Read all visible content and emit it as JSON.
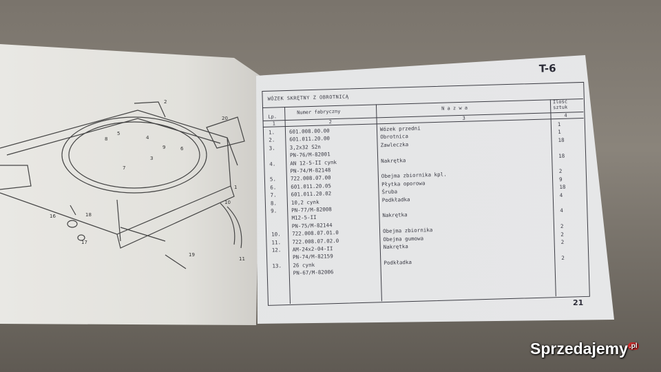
{
  "page_code": "T-6",
  "page_number": "21",
  "table_title": "WÓZEK SKRĘTNY Z OBROTNICĄ",
  "headers": {
    "lp": "Lp.",
    "numer": "Numer fabryczny",
    "nazwa": "N a z w a",
    "ilosc": "Ilość sztuk"
  },
  "column_numbers": [
    "1",
    "2",
    "3",
    "4"
  ],
  "rows": [
    {
      "lp": "1.",
      "numer": "601.008.00.00",
      "nazwa": "Wózek przedni",
      "ilosc": "1"
    },
    {
      "lp": "2.",
      "numer": "601.011.20.00",
      "nazwa": "Obrotnica",
      "ilosc": "1"
    },
    {
      "lp": "3.",
      "numer": "3,2x32 S2n",
      "nazwa": "Zawleczka",
      "ilosc": "18"
    },
    {
      "lp": "",
      "numer": "PN-76/M-82001",
      "nazwa": "",
      "ilosc": ""
    },
    {
      "lp": "4.",
      "numer": "AN 12-5-II cynk",
      "nazwa": "Nakrętka",
      "ilosc": "18"
    },
    {
      "lp": "",
      "numer": "PN-74/M-82148",
      "nazwa": "",
      "ilosc": ""
    },
    {
      "lp": "5.",
      "numer": "722.008.07.00",
      "nazwa": "Obejma zbiornika kpl.",
      "ilosc": "2"
    },
    {
      "lp": "6.",
      "numer": "601.011.20.05",
      "nazwa": "Płytka oporowa",
      "ilosc": "9"
    },
    {
      "lp": "7.",
      "numer": "601.011.20.02",
      "nazwa": "Śruba",
      "ilosc": "18"
    },
    {
      "lp": "8.",
      "numer": "10,2 cynk",
      "nazwa": "Podkładka",
      "ilosc": "4"
    },
    {
      "lp": "9.",
      "numer": "PN-77/M-82008",
      "nazwa": "",
      "ilosc": ""
    },
    {
      "lp": "",
      "numer": "M12-5-II",
      "nazwa": "Nakrętka",
      "ilosc": "4"
    },
    {
      "lp": "",
      "numer": "PN-75/M-82144",
      "nazwa": "",
      "ilosc": ""
    },
    {
      "lp": "10.",
      "numer": "722.008.07.01.0",
      "nazwa": "Obejma zbiornika",
      "ilosc": "2"
    },
    {
      "lp": "11.",
      "numer": "722.008.07.02.0",
      "nazwa": "Obejma gumowa",
      "ilosc": "2"
    },
    {
      "lp": "12.",
      "numer": "AM-24x2-04-II",
      "nazwa": "Nakrętka",
      "ilosc": "2"
    },
    {
      "lp": "",
      "numer": "PN-74/M-82159",
      "nazwa": "",
      "ilosc": ""
    },
    {
      "lp": "13.",
      "numer": "26 cynk",
      "nazwa": "Podkładka",
      "ilosc": "2"
    },
    {
      "lp": "",
      "numer": "PN-67/M-82006",
      "nazwa": "",
      "ilosc": ""
    }
  ],
  "diagram_callouts": [
    "2",
    "20",
    "8",
    "5",
    "4",
    "3",
    "7",
    "9",
    "6",
    "1",
    "10",
    "18",
    "16",
    "17",
    "19",
    "11"
  ],
  "watermark": {
    "text": "Sprzedajemy",
    "suffix": ".pl"
  }
}
